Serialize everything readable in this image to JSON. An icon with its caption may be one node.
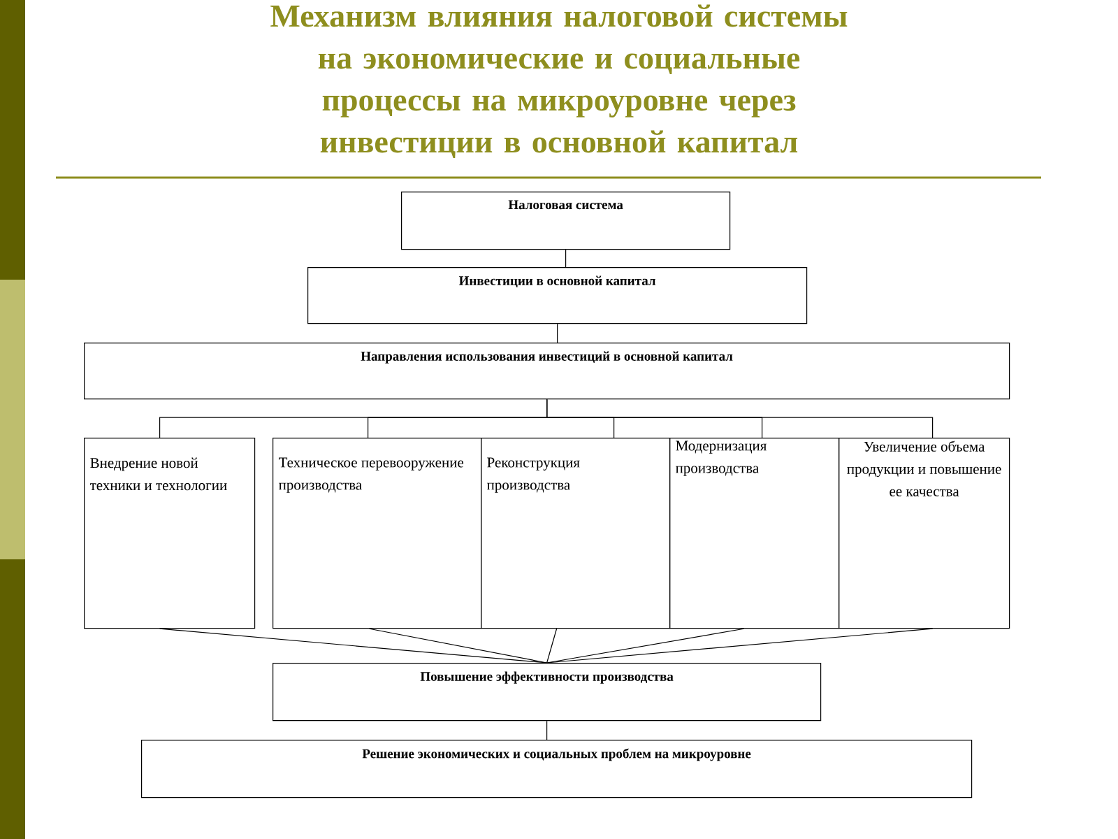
{
  "diagram": {
    "title": "Механизм влияния налоговой системы на экономические и социальные процессы на микроуровне через инвестиции в основной капитал",
    "nodes": [
      {
        "text": [
          "Налоговая система"
        ]
      },
      {
        "text": [
          "Инвестиции в основной капитал"
        ]
      },
      {
        "text": [
          "Направления использования инвестиций в основной капитал"
        ]
      },
      {
        "text": [
          "Внедрение новой техники и технологии"
        ]
      },
      {
        "text": [
          "Техническое перевооружение производства"
        ]
      },
      {
        "text": [
          "Реконструкция производства"
        ]
      },
      {
        "text": [
          "Модернизация производства"
        ]
      },
      {
        "text": [
          "Увеличение объема продукции и повышение ее качества"
        ]
      },
      {
        "text": [
          "Повышение эффективности производства"
        ]
      },
      {
        "text": [
          "Решение экономических и социальных проблем на микроуровне"
        ]
      }
    ],
    "edges": [
      {
        "from": 0,
        "to": 1,
        "arrow": "none"
      },
      {
        "from": 1,
        "to": 2,
        "arrow": "none"
      },
      {
        "from": 2,
        "to": 3,
        "arrow": "none"
      },
      {
        "from": 2,
        "to": 4,
        "arrow": "none"
      },
      {
        "from": 2,
        "to": 5,
        "arrow": "none"
      },
      {
        "from": 2,
        "to": 6,
        "arrow": "none"
      },
      {
        "from": 2,
        "to": 7,
        "arrow": "none"
      },
      {
        "from": 3,
        "to": 8,
        "arrow": "none"
      },
      {
        "from": 4,
        "to": 8,
        "arrow": "none"
      },
      {
        "from": 5,
        "to": 8,
        "arrow": "none"
      },
      {
        "from": 6,
        "to": 8,
        "arrow": "none"
      },
      {
        "from": 7,
        "to": 8,
        "arrow": "none"
      },
      {
        "from": 8,
        "to": 9,
        "arrow": "none"
      }
    ]
  }
}
